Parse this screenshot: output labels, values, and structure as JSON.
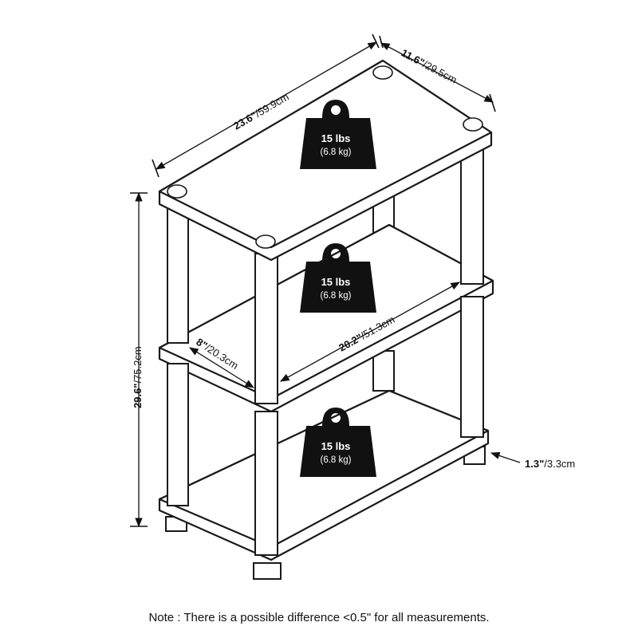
{
  "dimensions": {
    "width_top": {
      "inch": "23.6\"",
      "cm": "/59.9cm"
    },
    "depth_top": {
      "inch": "11.6\"",
      "cm": "/29.5cm"
    },
    "height": {
      "inch": "29.6\"",
      "cm": "/75.2cm"
    },
    "inner_depth": {
      "inch": "8\"",
      "cm": "/20.3cm"
    },
    "inner_width": {
      "inch": "20.2\"",
      "cm": "/51.3cm"
    },
    "foot_height": {
      "inch": "1.3\"",
      "cm": "/3.3cm"
    }
  },
  "weights": [
    {
      "lbs": "15 lbs",
      "kg": "(6.8 kg)"
    },
    {
      "lbs": "15 lbs",
      "kg": "(6.8 kg)"
    },
    {
      "lbs": "15 lbs",
      "kg": "(6.8 kg)"
    }
  ],
  "note": "Note : There is a possible difference <0.5\" for all measurements."
}
